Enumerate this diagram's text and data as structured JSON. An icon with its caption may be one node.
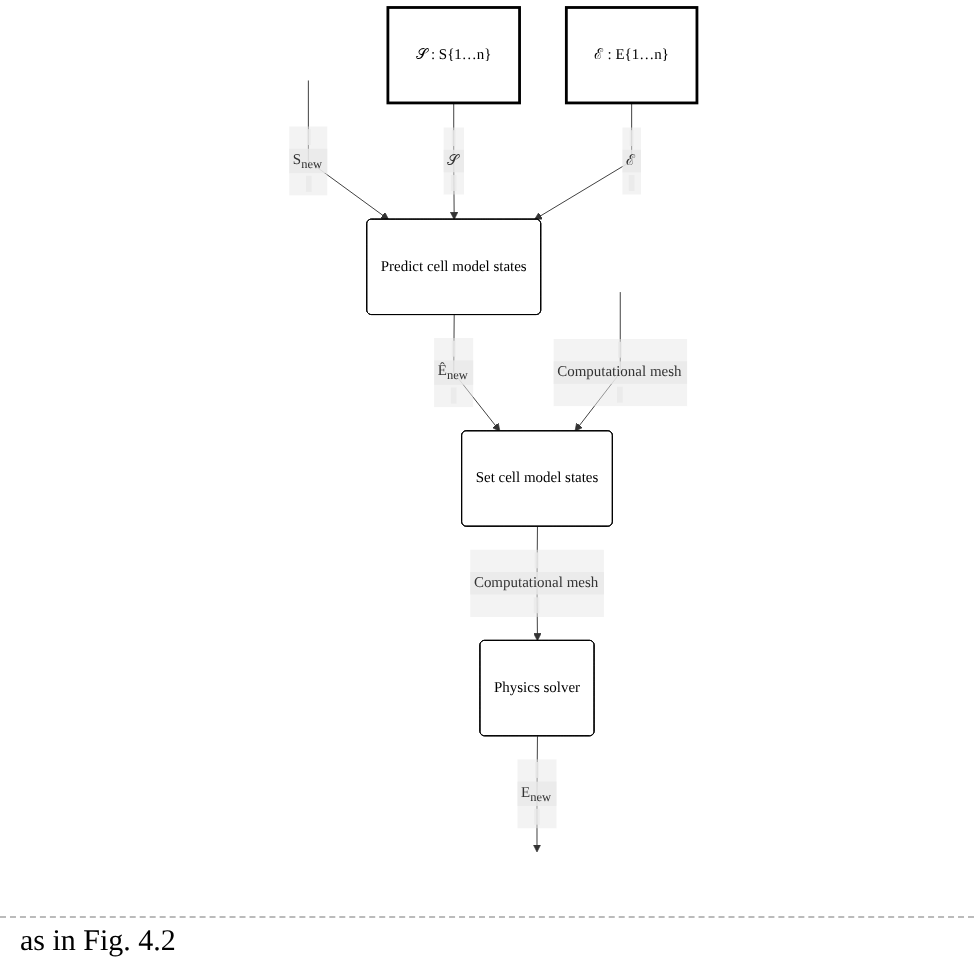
{
  "diagram": {
    "nodes": [
      {
        "text": [
          "𝒮 : S{1…n}"
        ]
      },
      {
        "text": [
          "ℰ : E{1…n}"
        ]
      },
      {
        "text": [
          "Predict cell model states"
        ]
      },
      {
        "text": [
          "Set cell model states"
        ]
      },
      {
        "text": [
          "Physics solver"
        ]
      }
    ],
    "edges": [
      {
        "from": null,
        "to": 2,
        "arrow": "to",
        "label": "S$_{new}$"
      },
      {
        "from": 0,
        "to": 2,
        "arrow": "to",
        "label": "𝒮"
      },
      {
        "from": 1,
        "to": 2,
        "arrow": "to",
        "label": "ℰ"
      },
      {
        "from": 2,
        "to": 3,
        "arrow": "to",
        "label": "Ê$_{new}$"
      },
      {
        "from": null,
        "to": 3,
        "arrow": "to",
        "label": "Computational mesh"
      },
      {
        "from": 3,
        "to": 4,
        "arrow": "to",
        "label": "Computational mesh"
      },
      {
        "from": 4,
        "to": null,
        "arrow": "to",
        "label": "E$_{new}$"
      }
    ],
    "labels": [
      "as in Fig. 4.2"
    ]
  }
}
